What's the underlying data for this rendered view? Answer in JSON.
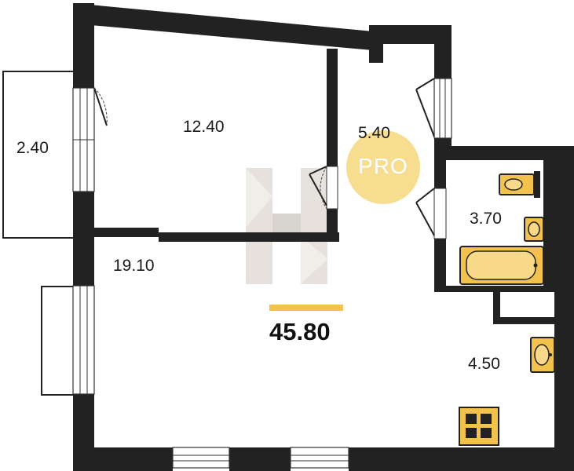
{
  "rooms": {
    "balcony": "2.40",
    "bedroom": "12.40",
    "hallway": "5.40",
    "bathroom": "3.70",
    "living": "19.10",
    "kitchen": "4.50"
  },
  "total_area": "45.80",
  "badge": "PRO",
  "colors": {
    "wall": "#222222",
    "accent": "#f3c24d",
    "badge": "#f6d984",
    "watermark": "#c9bfb3"
  }
}
